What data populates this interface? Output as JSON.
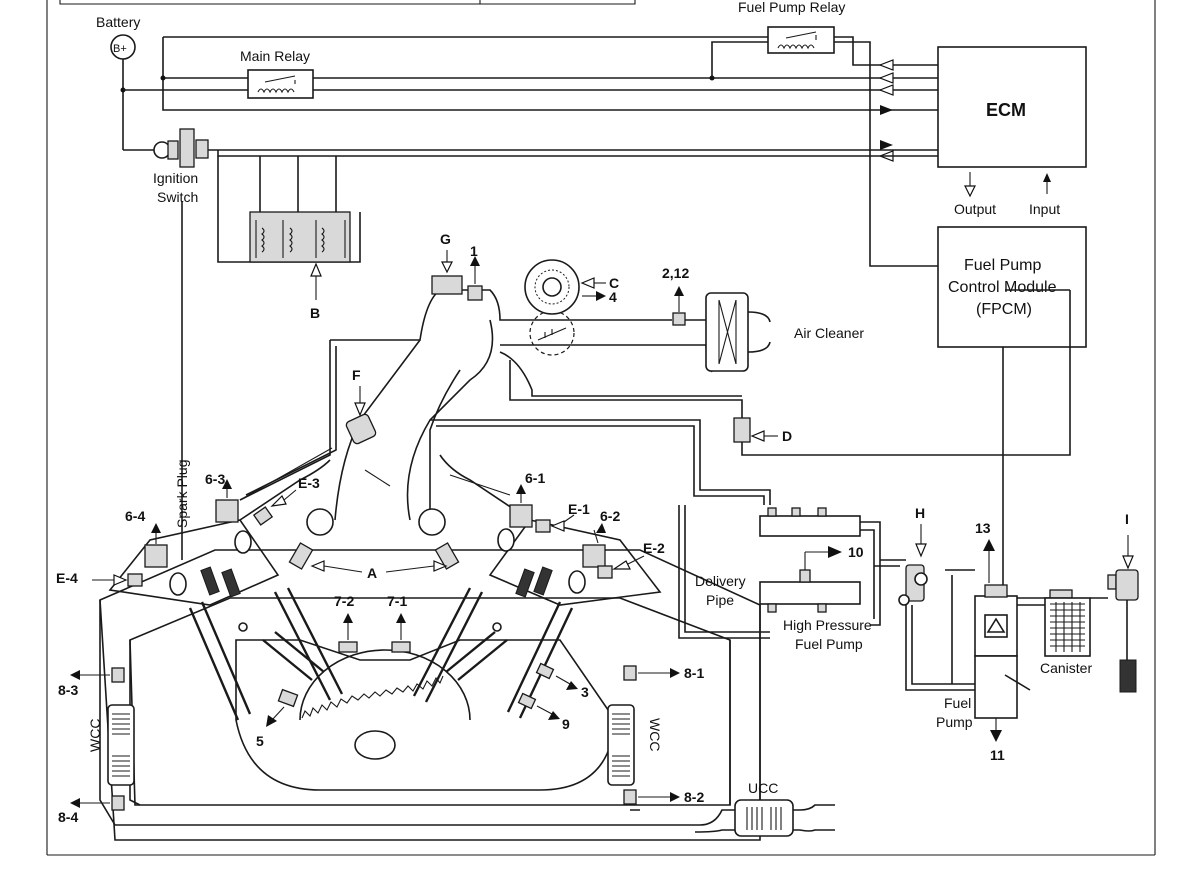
{
  "labels": {
    "battery": "Battery",
    "battery_symbol": "B+",
    "main_relay": "Main Relay",
    "fuel_pump_relay": "Fuel Pump Relay",
    "ecm": "ECM",
    "output": "Output",
    "input": "Input",
    "ignition_switch_1": "Ignition",
    "ignition_switch_2": "Switch",
    "fpcm_1": "Fuel Pump",
    "fpcm_2": "Control Module",
    "fpcm_3": "(FPCM)",
    "air_cleaner": "Air Cleaner",
    "spark_plug": "Spark Plug",
    "delivery_pipe_1": "Delivery",
    "delivery_pipe_2": "Pipe",
    "hp_fuel_pump_1": "High Pressure",
    "hp_fuel_pump_2": "Fuel Pump",
    "fuel_pump_1": "Fuel",
    "fuel_pump_2": "Pump",
    "canister": "Canister",
    "wcc": "WCC",
    "ucc": "UCC"
  },
  "callouts": {
    "A": "A",
    "B": "B",
    "C": "C",
    "D": "D",
    "F": "F",
    "G": "G",
    "H": "H",
    "I": "I",
    "n1": "1",
    "n2_12": "2,12",
    "n3": "3",
    "n4": "4",
    "n5": "5",
    "n6_1": "6-1",
    "n6_2": "6-2",
    "n6_3": "6-3",
    "n6_4": "6-4",
    "n7_1": "7-1",
    "n7_2": "7-2",
    "n8_1": "8-1",
    "n8_2": "8-2",
    "n8_3": "8-3",
    "n8_4": "8-4",
    "n9": "9",
    "n10": "10",
    "n11": "11",
    "n13": "13",
    "E1": "E-1",
    "E2": "E-2",
    "E3": "E-3",
    "E4": "E-4"
  }
}
